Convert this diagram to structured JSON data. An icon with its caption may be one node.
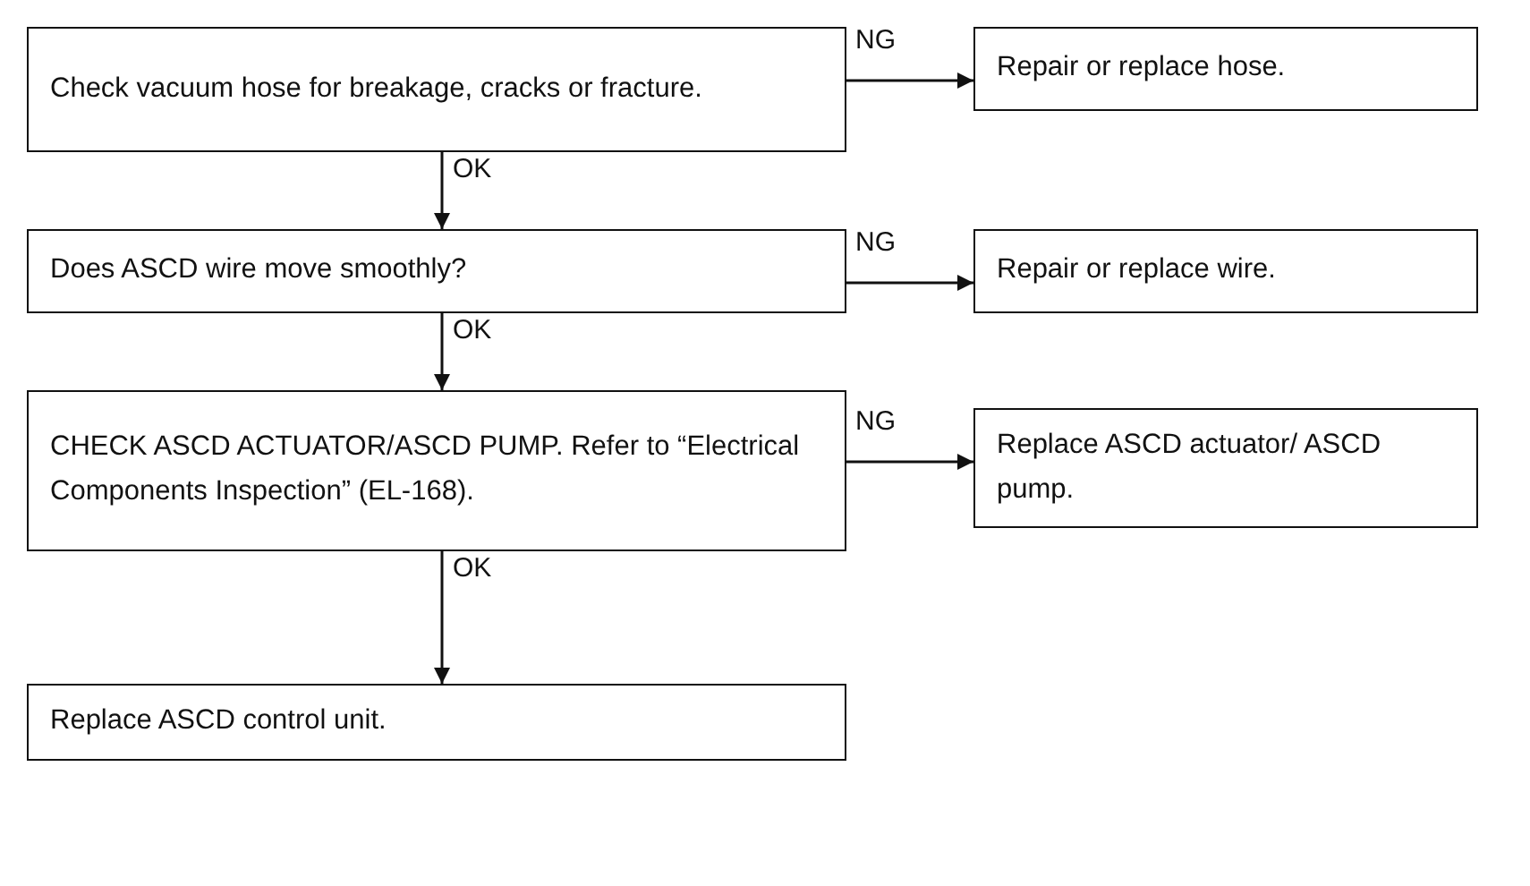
{
  "diagram": {
    "nodes": [
      {
        "text": [
          "Check vacuum hose for breakage, cracks or fracture."
        ]
      },
      {
        "text": [
          "Repair or replace hose."
        ]
      },
      {
        "text": [
          "Does ASCD wire move smoothly?"
        ]
      },
      {
        "text": [
          "Repair or replace wire."
        ]
      },
      {
        "text": [
          "CHECK ASCD ACTUATOR/ASCD PUMP. Refer to “Electrical Components Inspection” (EL-168)."
        ]
      },
      {
        "text": [
          "Replace ASCD actuator/ ASCD pump."
        ]
      },
      {
        "text": [
          "Replace ASCD control unit."
        ]
      }
    ],
    "edges": [
      {
        "from": 0,
        "to": 1,
        "arrow": "to",
        "label": "NG"
      },
      {
        "from": 0,
        "to": 2,
        "arrow": "to",
        "label": "OK"
      },
      {
        "from": 2,
        "to": 3,
        "arrow": "to",
        "label": "NG"
      },
      {
        "from": 2,
        "to": 4,
        "arrow": "to",
        "label": "OK"
      },
      {
        "from": 4,
        "to": 5,
        "arrow": "to",
        "label": "NG"
      },
      {
        "from": 4,
        "to": 6,
        "arrow": "to",
        "label": "OK"
      }
    ]
  }
}
